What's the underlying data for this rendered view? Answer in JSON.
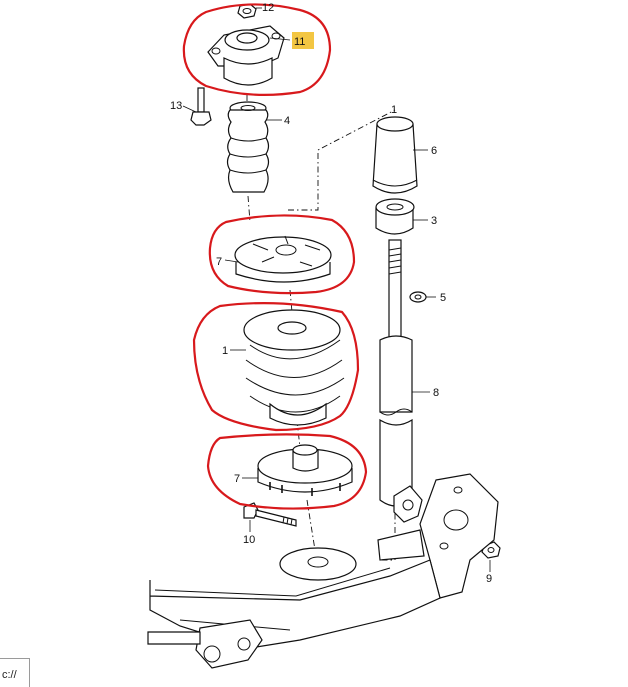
{
  "labels": {
    "n1_top": "1",
    "n1_spring": "1",
    "n3": "3",
    "n4": "4",
    "n5": "5",
    "n6": "6",
    "n7_upper": "7",
    "n7_lower": "7",
    "n8": "8",
    "n9": "9",
    "n10": "10",
    "n11": "11",
    "n12": "12",
    "n13": "13"
  },
  "corner_text": "c://",
  "colors": {
    "markup": "#d8191c",
    "highlight": "#f3c642",
    "line": "#111111"
  }
}
